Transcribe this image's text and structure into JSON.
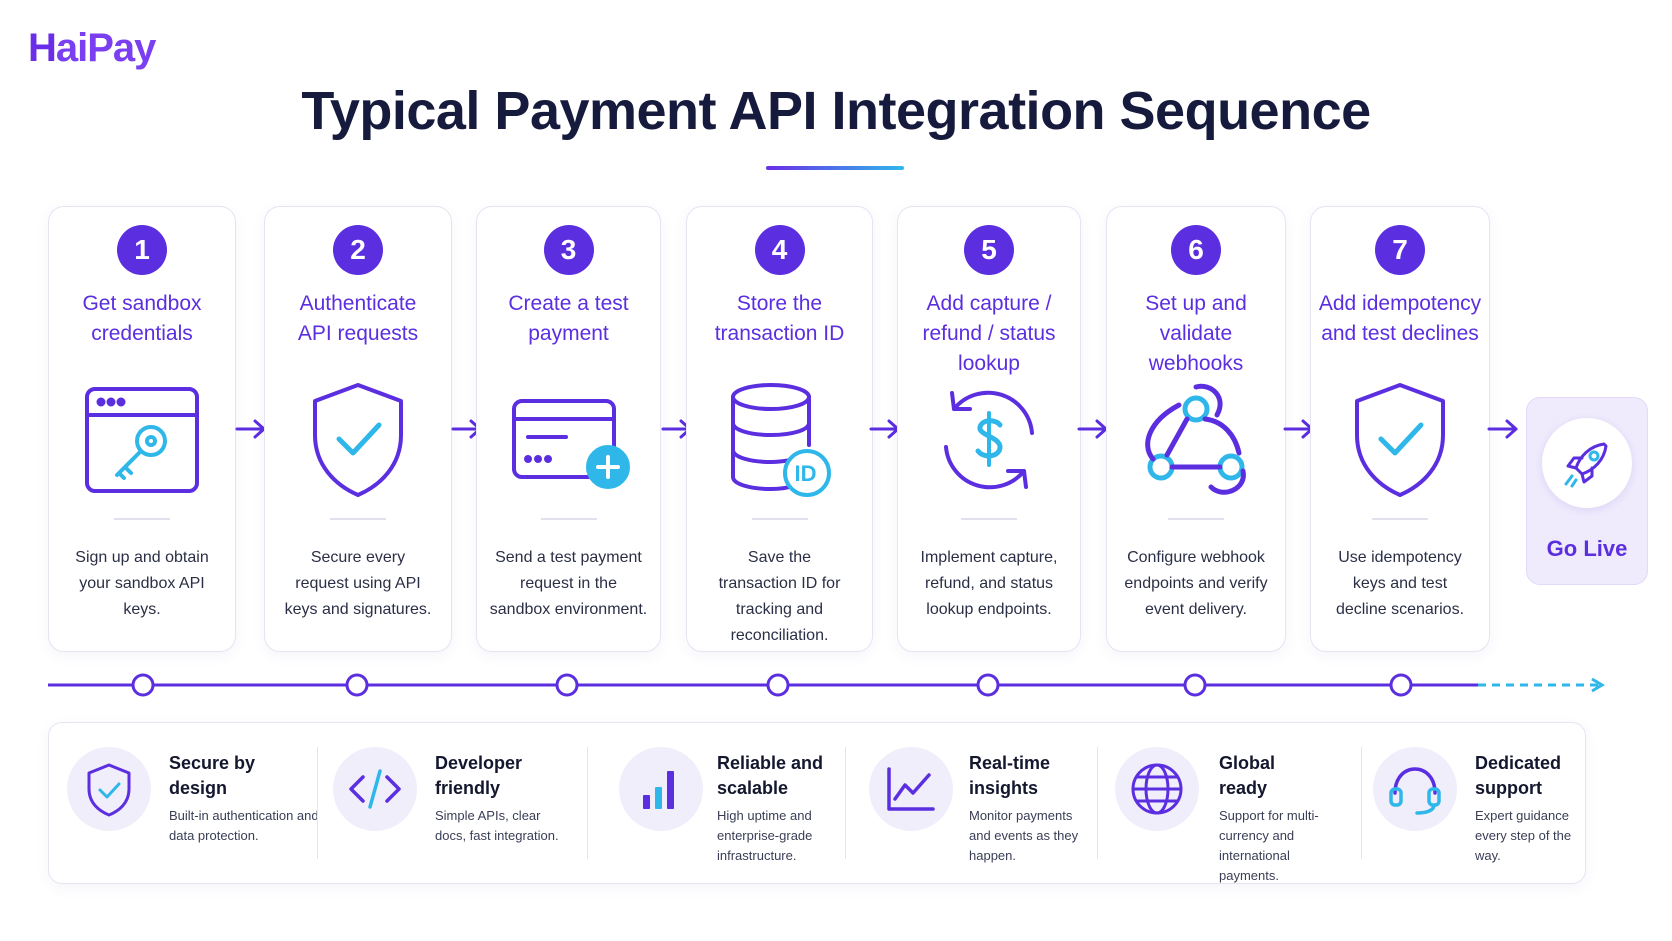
{
  "brand": {
    "logo_h": "H",
    "logo_rest": "aiPay"
  },
  "title": "Typical Payment API Integration Sequence",
  "steps": [
    {
      "number": "1",
      "title": "Get sandbox credentials",
      "description": "Sign up and obtain your sandbox API keys.",
      "icon": "browser-key-icon"
    },
    {
      "number": "2",
      "title": "Authenticate API requests",
      "description": "Secure every request using API keys and signatures.",
      "icon": "shield-check-icon"
    },
    {
      "number": "3",
      "title": "Create a test payment",
      "description": "Send a test payment request in the sandbox environment.",
      "icon": "card-plus-icon"
    },
    {
      "number": "4",
      "title": "Store the transaction ID",
      "description": "Save the transaction ID for tracking and reconciliation.",
      "icon": "database-id-icon"
    },
    {
      "number": "5",
      "title": "Add capture / refund / status lookup",
      "description": "Implement capture, refund, and status lookup endpoints.",
      "icon": "refresh-dollar-icon"
    },
    {
      "number": "6",
      "title": "Set up and validate webhooks",
      "description": "Configure webhook endpoints and verify event delivery.",
      "icon": "webhook-icon"
    },
    {
      "number": "7",
      "title": "Add idempotency and test declines",
      "description": "Use idempotency keys and test decline scenarios.",
      "icon": "shield-check-icon"
    }
  ],
  "go_live": {
    "label": "Go Live",
    "icon": "rocket-icon"
  },
  "features": [
    {
      "title": "Secure by design",
      "description": "Built-in authentication and data protection.",
      "icon": "shield-check-icon"
    },
    {
      "title": "Developer friendly",
      "description": "Simple APIs, clear docs, fast integration.",
      "icon": "code-icon"
    },
    {
      "title": "Reliable and scalable",
      "description": "High uptime and enterprise-grade infrastructure.",
      "icon": "bar-chart-icon"
    },
    {
      "title": "Real-time insights",
      "description": "Monitor payments and events as they happen.",
      "icon": "line-chart-icon"
    },
    {
      "title": "Global ready",
      "description": "Support for multi-currency and international payments.",
      "icon": "globe-icon"
    },
    {
      "title": "Dedicated support",
      "description": "Expert guidance every step of the way.",
      "icon": "headset-icon"
    }
  ],
  "colors": {
    "primary": "#5b2ee0",
    "accent": "#2fb7ea",
    "dark": "#161a3d"
  }
}
